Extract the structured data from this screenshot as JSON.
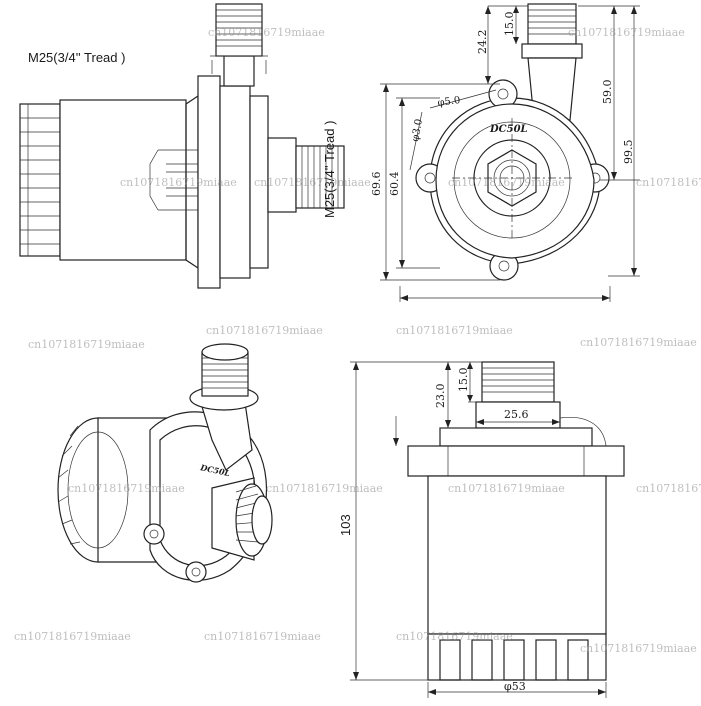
{
  "watermark": "cn1071816719miaae",
  "top_left_view": {
    "thread_label_top": "M25(3/4'' Tread )",
    "thread_label_side": "M25(3/4'' Tread )"
  },
  "top_right_view": {
    "model_label": "DC50L",
    "dim_24": "24.2",
    "dim_15": "15.0",
    "dim_59": "59.0",
    "dim_995": "99.5",
    "dim_696": "69.6",
    "dim_604": "60.4",
    "dim_phi5": "φ5.0",
    "dim_phi3": "φ3.0"
  },
  "bottom_left_view": {
    "model_label": "DC50L"
  },
  "bottom_right_view": {
    "dim_23": "23.0",
    "dim_15": "15.0",
    "dim_256": "25.6",
    "dim_103": "103",
    "dim_phi53": "φ53"
  }
}
